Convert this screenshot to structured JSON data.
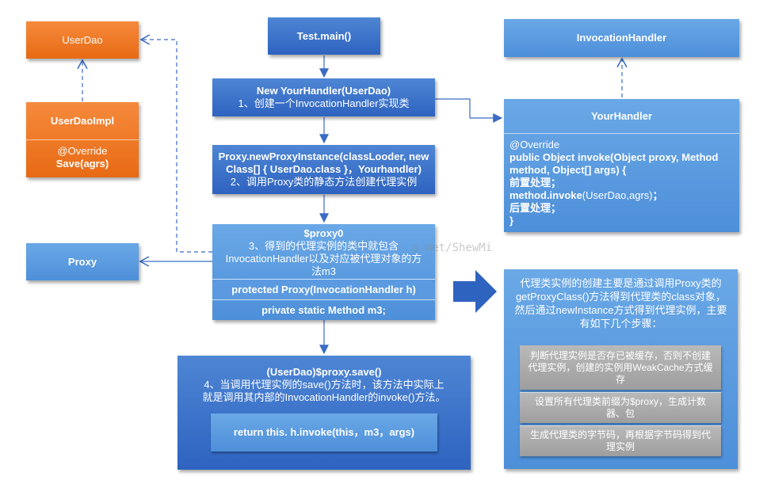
{
  "boxes": {
    "userdao": "UserDao",
    "userdaoimpl": {
      "title": "UserDaoImpl",
      "line1": "@Override",
      "line2": "Save(agrs)"
    },
    "test_main": "Test.main()",
    "new_handler": {
      "line1": "New YourHandler(UserDao)",
      "line2": "1、创建一个InvocationHandler实现类"
    },
    "new_proxy_instance": {
      "line1": "Proxy.newProxyInstance(classLooder, new",
      "line2": "Class[] { UserDao.class }，Yourhandler)",
      "line3": "2、调用Proxy类的静态方法创建代理实例"
    },
    "proxy0": {
      "title": "$proxy0",
      "desc1": "3、得到的代理实例的类中就包含",
      "desc2": "InvocationHandler以及对应被代理对象的方",
      "desc3": "法m3",
      "row1": "protected Proxy(InvocationHandler h)",
      "row2": "private static Method m3;"
    },
    "proxy": "Proxy",
    "save_call": {
      "line1": "(UserDao)$proxy.save()",
      "line2": "4、当调用代理实例的save()方法时，该方法中实际上",
      "line3": "就是调用其内部的InvocationHandler的invoke()方法。",
      "inner": "return this. h.invoke(this，m3，args)"
    },
    "invocation_handler": "InvocationHandler",
    "your_handler": {
      "title": "YourHandler",
      "code": [
        "@Override",
        "public Object invoke(Object proxy, Method",
        "method, Object[] args) {",
        "前置处理；",
        "method.invoke(UserDao,agrs)；",
        "后置处理；",
        "}"
      ]
    },
    "explanation": {
      "text": "代理类实例的创建主要是通过调用Proxy类的getProxyClass()方法得到代理类的class对象，然后通过newInstance方式得到代理实例，主要有如下几个步骤：",
      "steps": [
        "判断代理实例是否存已被缓存，否则不创建代理实例，创建的实例用WeakCache方式缓存",
        "设置所有代理类前缀为$proxy，生成计数器、包",
        "生成代理类的字节码，再根据字节码得到代理实例"
      ]
    }
  },
  "watermark": "p.net/ShewMi",
  "colors": {
    "dark_blue": "#2e63c0",
    "light_blue": "#4d8fd9",
    "orange": "#e86a14",
    "gray": "#a6a6a6"
  }
}
